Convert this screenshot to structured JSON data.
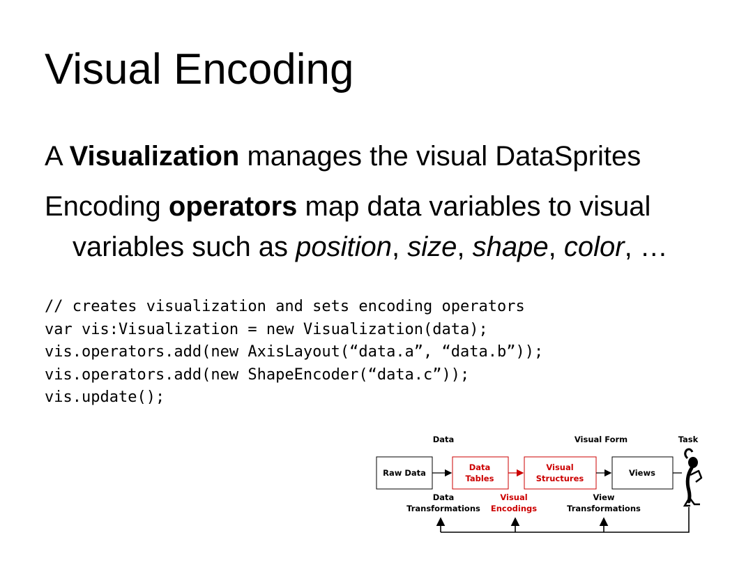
{
  "slide": {
    "title": "Visual Encoding",
    "bullet1": {
      "pre": "A ",
      "bold": "Visualization",
      "post": " manages the visual DataSprites"
    },
    "bullet2": {
      "line1_pre": "Encoding ",
      "line1_bold": "operators",
      "line1_post": " map data variables to visual",
      "line2_pre": "variables such as ",
      "position": "position",
      "sep1": ", ",
      "size": "size",
      "sep2": ", ",
      "shape": "shape",
      "sep3": ", ",
      "color": "color",
      "line2_end": ", …"
    },
    "code_lines": [
      "// creates visualization and sets encoding operators",
      "var vis:Visualization = new Visualization(data);",
      "vis.operators.add(new AxisLayout(“data.a”, “data.b”));",
      "vis.operators.add(new ShapeEncoder(“data.c”));",
      "vis.update();"
    ]
  },
  "diagram": {
    "top_labels": {
      "data": "Data",
      "visual_form": "Visual Form",
      "task": "Task"
    },
    "boxes": {
      "raw_data": "Raw Data",
      "data_tables_1": "Data",
      "data_tables_2": "Tables",
      "visual_structures_1": "Visual",
      "visual_structures_2": "Structures",
      "views": "Views"
    },
    "bottom_labels": {
      "data_transformations_1": "Data",
      "data_transformations_2": "Transformations",
      "visual_encodings_1": "Visual",
      "visual_encodings_2": "Encodings",
      "view_transformations_1": "View",
      "view_transformations_2": "Transformations"
    },
    "colors": {
      "highlight": "#cc0000",
      "line": "#000000"
    }
  }
}
